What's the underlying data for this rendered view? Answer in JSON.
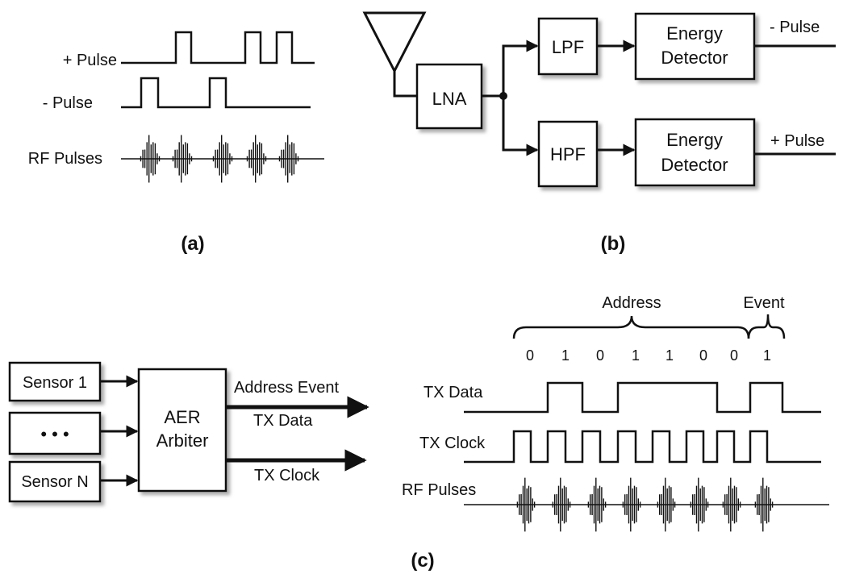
{
  "panel_a": {
    "caption": "(a)",
    "plus_pulse_label": "+ Pulse",
    "minus_pulse_label": "- Pulse",
    "rf_label": "RF Pulses"
  },
  "panel_b": {
    "caption": "(b)",
    "lna": "LNA",
    "lpf": "LPF",
    "hpf": "HPF",
    "detector_top": [
      "Energy",
      "Detector"
    ],
    "detector_bottom": [
      "Energy",
      "Detector"
    ],
    "out_top": "- Pulse",
    "out_bottom": "+ Pulse"
  },
  "panel_c": {
    "caption": "(c)",
    "sensor1": "Sensor 1",
    "sensor_dots": "• • •",
    "sensorN": "Sensor N",
    "arbiter": [
      "AER",
      "Arbiter"
    ],
    "addr_event": "Address Event",
    "tx_data_out": "TX Data",
    "tx_clock_out": "TX Clock",
    "address_label": "Address",
    "event_label": "Event",
    "bits": [
      "0",
      "1",
      "0",
      "1",
      "1",
      "0",
      "0",
      "1"
    ],
    "tx_data_label": "TX Data",
    "tx_clock_label": "TX Clock",
    "rf_label": "RF Pulses"
  }
}
